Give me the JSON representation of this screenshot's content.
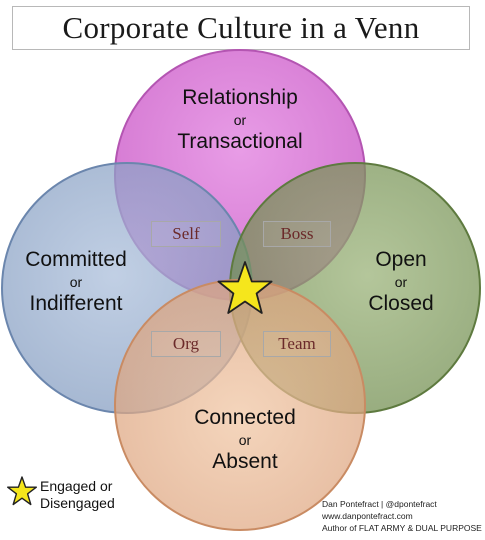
{
  "title": "Corporate Culture in a Venn",
  "circles": [
    {
      "key": "top",
      "line1": "Relationship",
      "or": "or",
      "line2": "Transactional",
      "color": "#d36bd1"
    },
    {
      "key": "left",
      "line1": "Committed",
      "or": "or",
      "line2": "Indifferent",
      "color": "#8fa6c9"
    },
    {
      "key": "right",
      "line1": "Open",
      "or": "or",
      "line2": "Closed",
      "color": "#7f9a5d"
    },
    {
      "key": "bottom",
      "line1": "Connected",
      "or": "or",
      "line2": "Absent",
      "color": "#e4b08b"
    }
  ],
  "regions": {
    "self": "Self",
    "boss": "Boss",
    "org": "Org",
    "team": "Team"
  },
  "legend": {
    "line1": "Engaged or",
    "line2": "Disengaged",
    "star_color": "#f5e61c",
    "icon": "star-icon"
  },
  "credits": {
    "line1": "Dan Pontefract | @dpontefract",
    "line2": "www.danpontefract.com",
    "line3": "Author of FLAT ARMY & DUAL PURPOSE"
  }
}
